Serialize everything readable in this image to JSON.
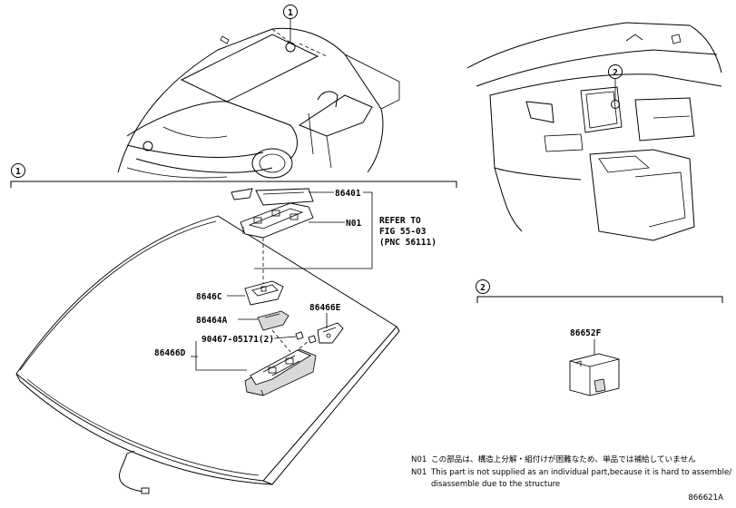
{
  "diagram": {
    "callout_1": "1",
    "callout_2": "2",
    "group_1_label": "1",
    "group_2_label": "2",
    "parts": {
      "p86401": "86401",
      "n01": "N01",
      "refer1": "REFER TO",
      "refer2": "FIG 55-03",
      "refer3": "(PNC 56111)",
      "p8646C": "8646C",
      "p86464A": "86464A",
      "p86466E": "86466E",
      "p90467": "90467-05171(2)",
      "p86466D": "86466D",
      "p86652F": "86652F"
    },
    "notes": {
      "n01_label_jp": "N01",
      "n01_text_jp": "この部品は、構造上分解・組付けが困難なため、単品では補給していません",
      "n01_label_en": "N01",
      "n01_text_en": "This part is not supplied as an individual part,because it is hard to assemble/",
      "n01_text_en2": "disassemble due to the structure"
    },
    "figure_id": "866621A"
  }
}
